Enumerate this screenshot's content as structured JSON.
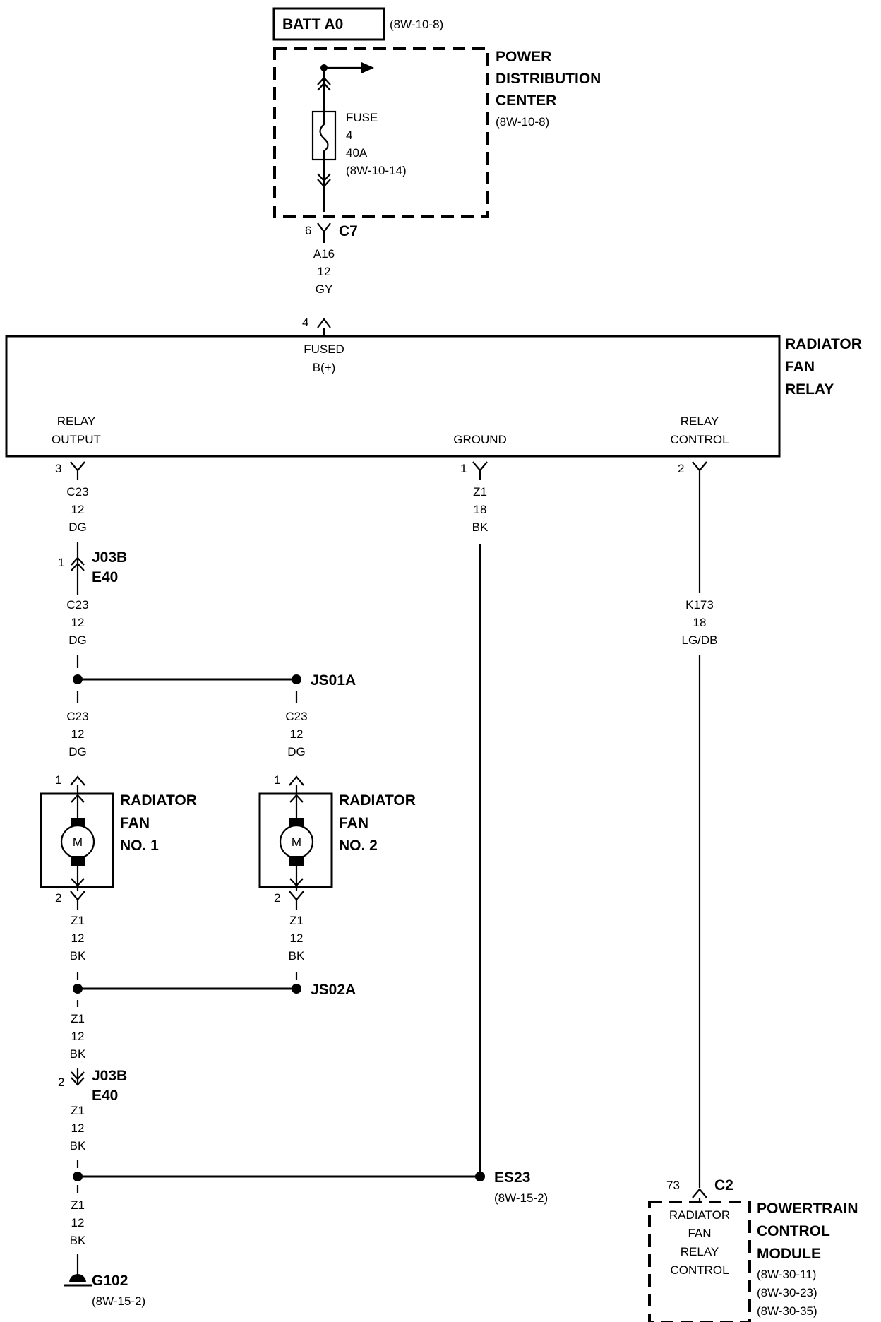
{
  "batt": {
    "label": "BATT A0",
    "ref": "(8W-10-8)"
  },
  "pdc": {
    "name_1": "POWER",
    "name_2": "DISTRIBUTION",
    "name_3": "CENTER",
    "ref": "(8W-10-8)"
  },
  "fuse": {
    "label": "FUSE",
    "number": "4",
    "rating": "40A",
    "ref": "(8W-10-14)"
  },
  "c7": {
    "name": "C7",
    "pin": "6"
  },
  "wire_a16": {
    "circuit": "A16",
    "gauge": "12",
    "color": "GY"
  },
  "relay": {
    "name_1": "RADIATOR",
    "name_2": "FAN",
    "name_3": "RELAY",
    "pin_fused": "4",
    "fused_1": "FUSED",
    "fused_2": "B(+)",
    "output_1": "RELAY",
    "output_2": "OUTPUT",
    "pin_output": "3",
    "ground": "GROUND",
    "pin_ground": "1",
    "control_1": "RELAY",
    "control_2": "CONTROL",
    "pin_control": "2"
  },
  "wire_c23": {
    "circuit": "C23",
    "gauge": "12",
    "color": "DG"
  },
  "wire_z1_18": {
    "circuit": "Z1",
    "gauge": "18",
    "color": "BK"
  },
  "wire_k173": {
    "circuit": "K173",
    "gauge": "18",
    "color": "LG/DB"
  },
  "wire_z1_12": {
    "circuit": "Z1",
    "gauge": "12",
    "color": "BK"
  },
  "j03b": {
    "name": "J03B",
    "sub": "E40",
    "pin_top": "1",
    "pin_bottom": "2"
  },
  "splice_js01a": "JS01A",
  "splice_js02a": "JS02A",
  "splice_es23": {
    "name": "ES23",
    "ref": "(8W-15-2)"
  },
  "fan1": {
    "name_1": "RADIATOR",
    "name_2": "FAN",
    "name_3": "NO. 1",
    "pin_top": "1",
    "pin_bottom": "2",
    "motor": "M"
  },
  "fan2": {
    "name_1": "RADIATOR",
    "name_2": "FAN",
    "name_3": "NO. 2",
    "pin_top": "1",
    "pin_bottom": "2",
    "motor": "M"
  },
  "ground_g102": {
    "name": "G102",
    "ref": "(8W-15-2)"
  },
  "pcm": {
    "connector": "C2",
    "pin": "73",
    "inner_1": "RADIATOR",
    "inner_2": "FAN",
    "inner_3": "RELAY",
    "inner_4": "CONTROL",
    "name_1": "POWERTRAIN",
    "name_2": "CONTROL",
    "name_3": "MODULE",
    "ref_1": "(8W-30-11)",
    "ref_2": "(8W-30-23)",
    "ref_3": "(8W-30-35)"
  }
}
